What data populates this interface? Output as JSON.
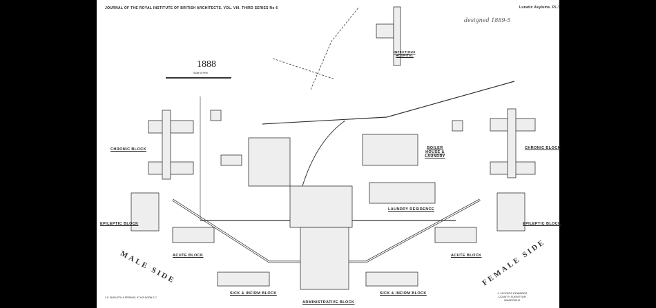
{
  "header": {
    "journal": "JOURNAL OF THE ROYAL INSTITUTE OF BRITISH ARCHITECTS, VOL. VIII. THIRD SERIES No 6",
    "plate": "Lunatic Asylums. PL.V",
    "annotation": "designed 1889-5"
  },
  "plan": {
    "year": "1888",
    "scale": "Scale of Feet"
  },
  "labels": {
    "infectious_hospital": "INFECTIOUS HOSPITAL",
    "chronic_left": "CHRONIC BLOCK",
    "chronic_right": "CHRONIC BLOCK",
    "epileptic_left": "EPILEPTIC BLOCK",
    "epileptic_right": "EPILEPTIC BLOCK",
    "acute_left": "ACUTE BLOCK",
    "acute_right": "ACUTE BLOCK",
    "sick_left": "SICK & INFIRM BLOCK",
    "sick_right": "SICK & INFIRM BLOCK",
    "administrative": "ADMINISTRATIVE BLOCK",
    "boiler": "BOILER HOUSE & LAUNDRY",
    "laundry_residence": "LAUNDRY RESIDENCE",
    "male_side": "MALE SIDE",
    "female_side": "FEMALE SIDE"
  },
  "footer": {
    "printer": "L.S. BURLISTH & PERKINS, 67 HOLBORN E.C.",
    "architect": "J. VICKERS EDWARDS",
    "architect_title": "COUNTY SURVEYOR",
    "architect_place": "WAKEFIELD"
  }
}
